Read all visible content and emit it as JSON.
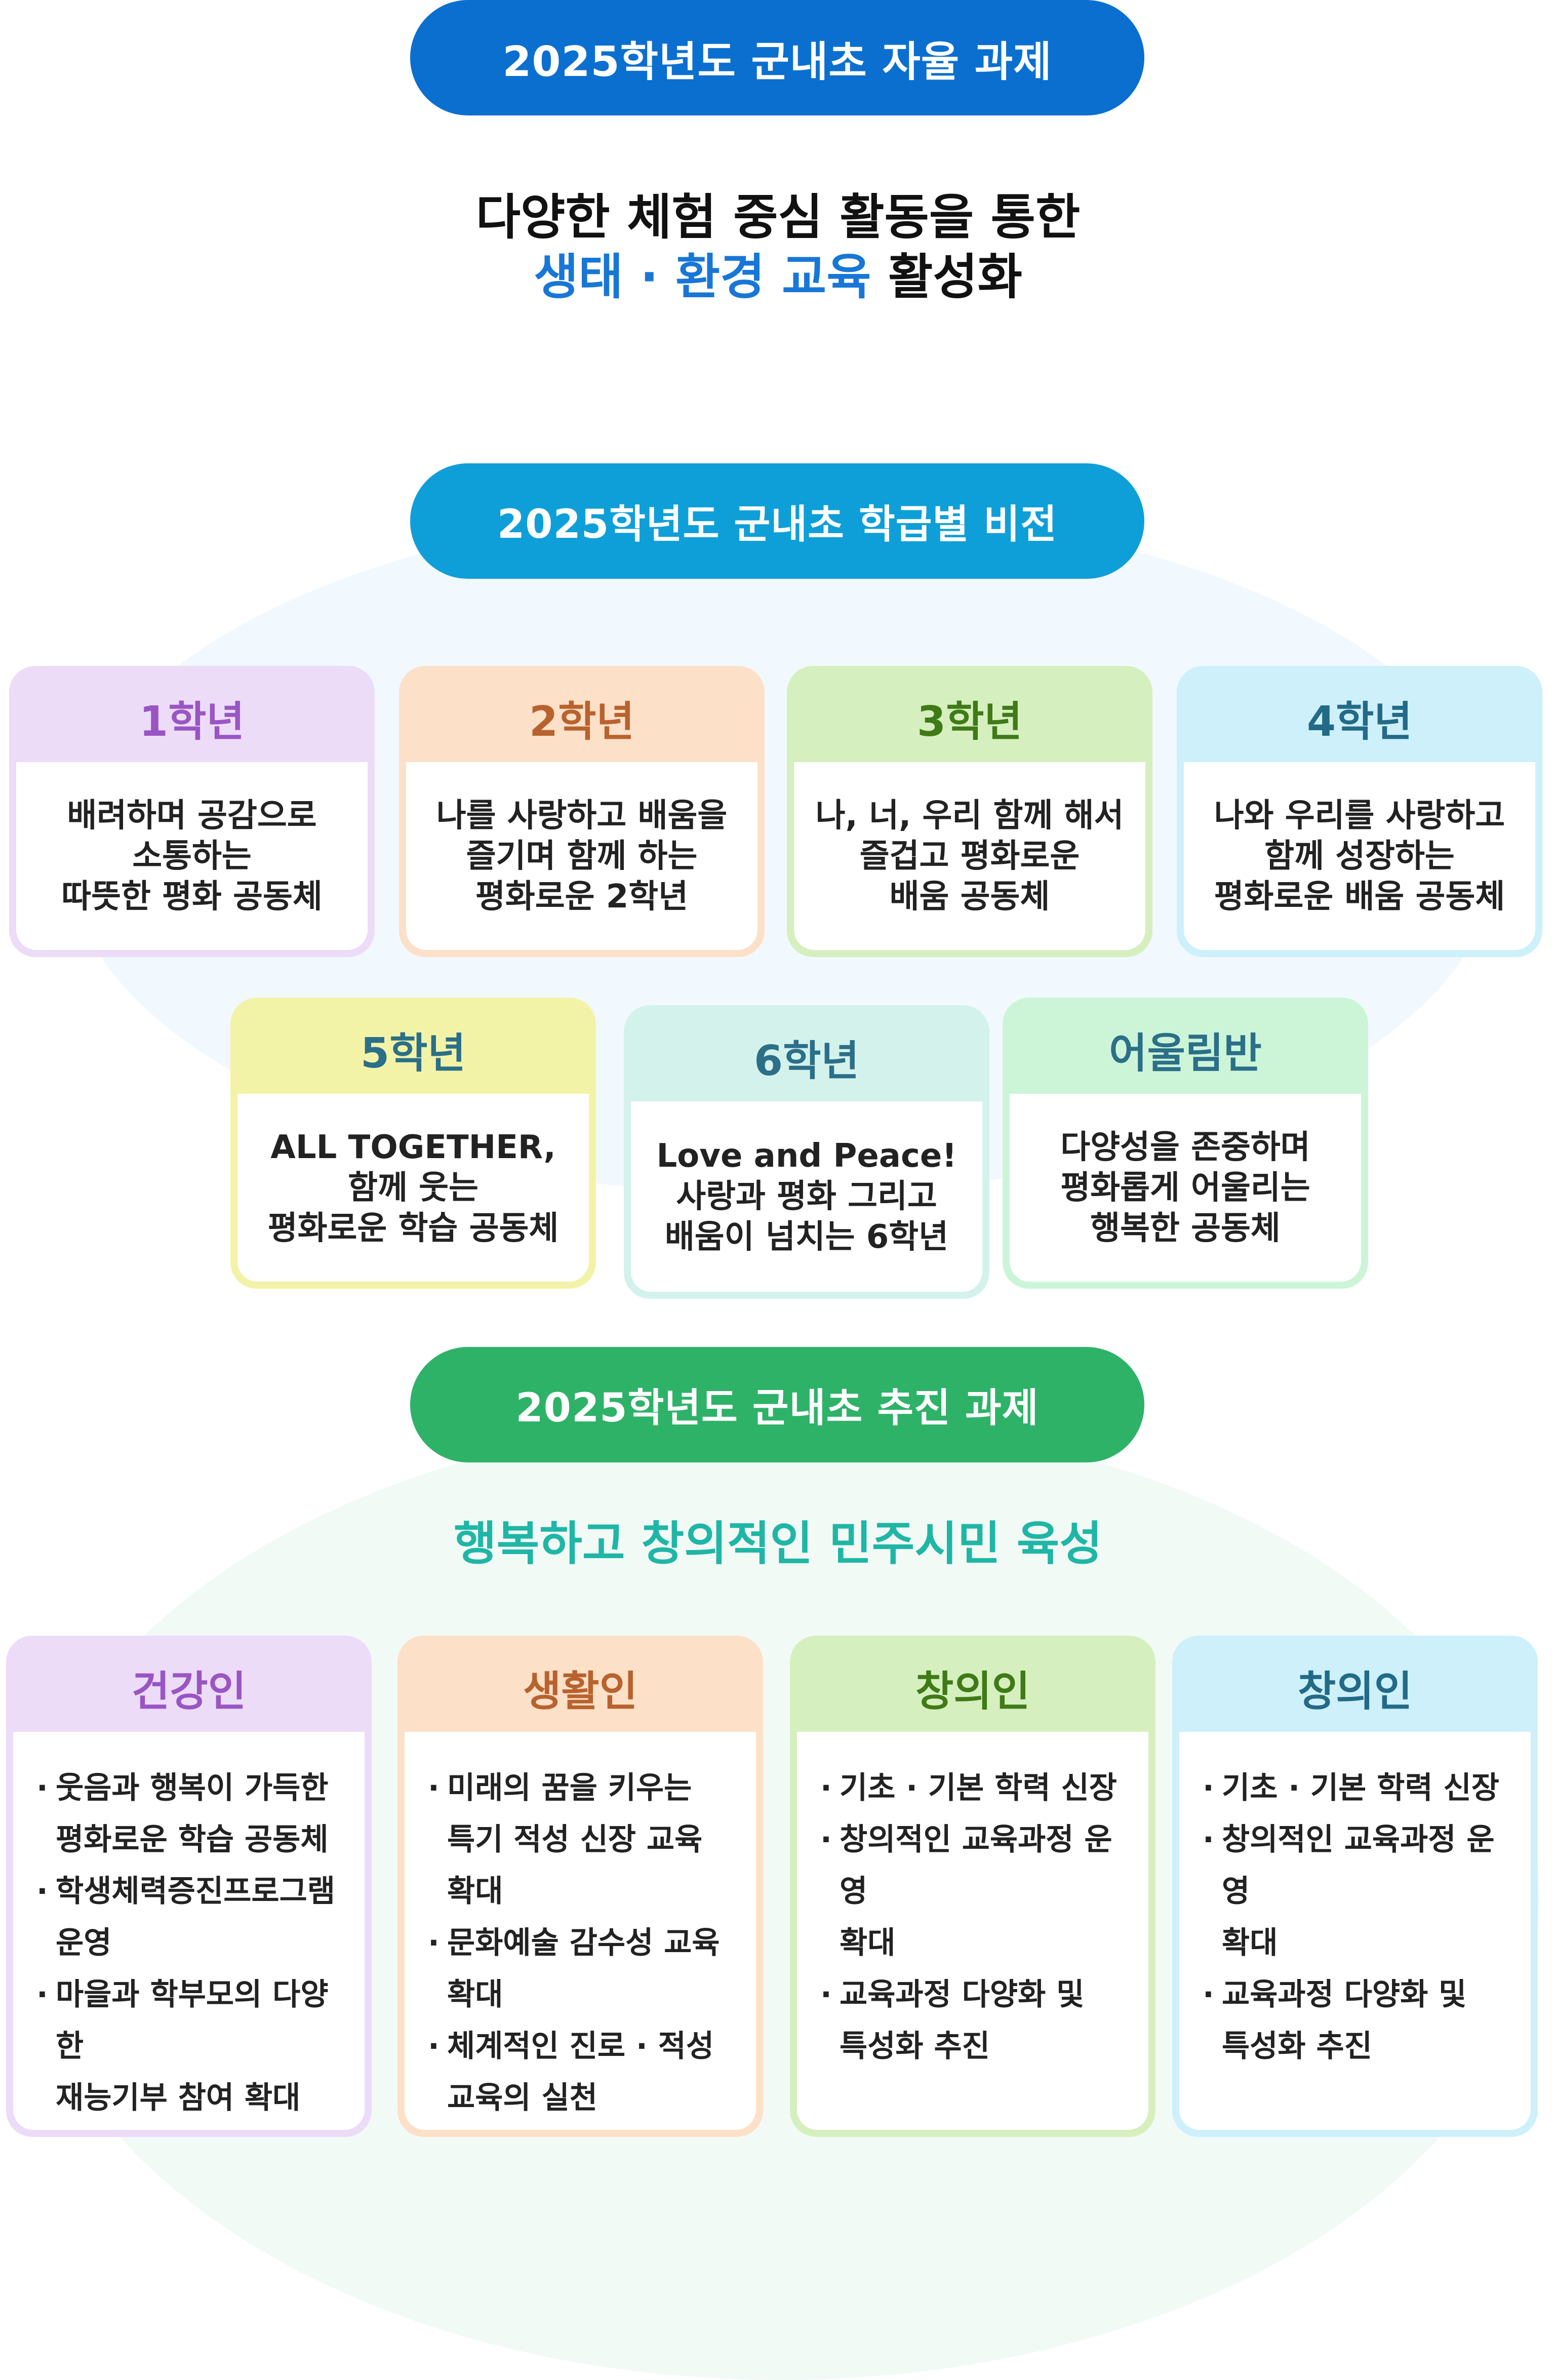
{
  "top_banner": {
    "title": "2025학년도 군내초 자율 과제",
    "color": "#0b6fd0"
  },
  "theme": {
    "line1": "다양한 체험 중심 활동을 통한",
    "line2_highlight": "생태 · 환경 교육",
    "line2_rest": " 활성화",
    "highlight_color": "#1877d6"
  },
  "vision_banner": {
    "title": "2025학년도 군내초 학급별 비전",
    "color": "#0f9fd8"
  },
  "classes": [
    {
      "label": "1학년",
      "lines": [
        "배려하며 공감으로",
        "소통하는",
        "따뜻한 평화 공동체"
      ]
    },
    {
      "label": "2학년",
      "lines": [
        "나를 사랑하고 배움을",
        "즐기며 함께 하는",
        "평화로운 2학년"
      ]
    },
    {
      "label": "3학년",
      "lines": [
        "나, 너, 우리 함께 해서",
        "즐겁고 평화로운",
        "배움 공동체"
      ]
    },
    {
      "label": "4학년",
      "lines": [
        "나와 우리를 사랑하고",
        "함께 성장하는",
        "평화로운 배움 공동체"
      ]
    },
    {
      "label": "5학년",
      "lines": [
        "ALL TOGETHER,",
        "함께 웃는",
        "평화로운 학습 공동체"
      ]
    },
    {
      "label": "6학년",
      "lines": [
        "Love and Peace!",
        "사랑과 평화 그리고",
        "배움이 넘치는 6학년"
      ]
    },
    {
      "label": "어울림반",
      "lines": [
        "다양성을 존중하며",
        "평화롭게 어울리는",
        "행복한 공동체"
      ]
    }
  ],
  "tasks_banner": {
    "title": "2025학년도 군내초 추진 과제",
    "color": "#2eb268"
  },
  "goal": {
    "text": "행복하고 창의적인 민주시민 육성",
    "color": "#1fb6a6"
  },
  "pillars": [
    {
      "label": "건강인",
      "items": [
        [
          "웃음과 행복이 가득한",
          "평화로운 학습 공동체"
        ],
        [
          "학생체력증진프로그램",
          "운영"
        ],
        [
          "마을과 학부모의 다양한",
          "재능기부 참여 확대"
        ]
      ]
    },
    {
      "label": "생활인",
      "items": [
        [
          "미래의 꿈을 키우는",
          "특기 적성 신장 교육 확대"
        ],
        [
          "문화예술 감수성 교육",
          "확대"
        ],
        [
          "체계적인 진로 · 적성",
          "교육의 실천"
        ]
      ]
    },
    {
      "label": "창의인",
      "items": [
        [
          "기초 · 기본 학력 신장"
        ],
        [
          "창의적인 교육과정 운영",
          "확대"
        ],
        [
          "교육과정 다양화 및",
          "특성화 추진"
        ]
      ]
    },
    {
      "label": "창의인",
      "items": [
        [
          "기초 · 기본 학력 신장"
        ],
        [
          "창의적인 교육과정 운영",
          "확대"
        ],
        [
          "교육과정 다양화 및",
          "특성화 추진"
        ]
      ]
    }
  ]
}
